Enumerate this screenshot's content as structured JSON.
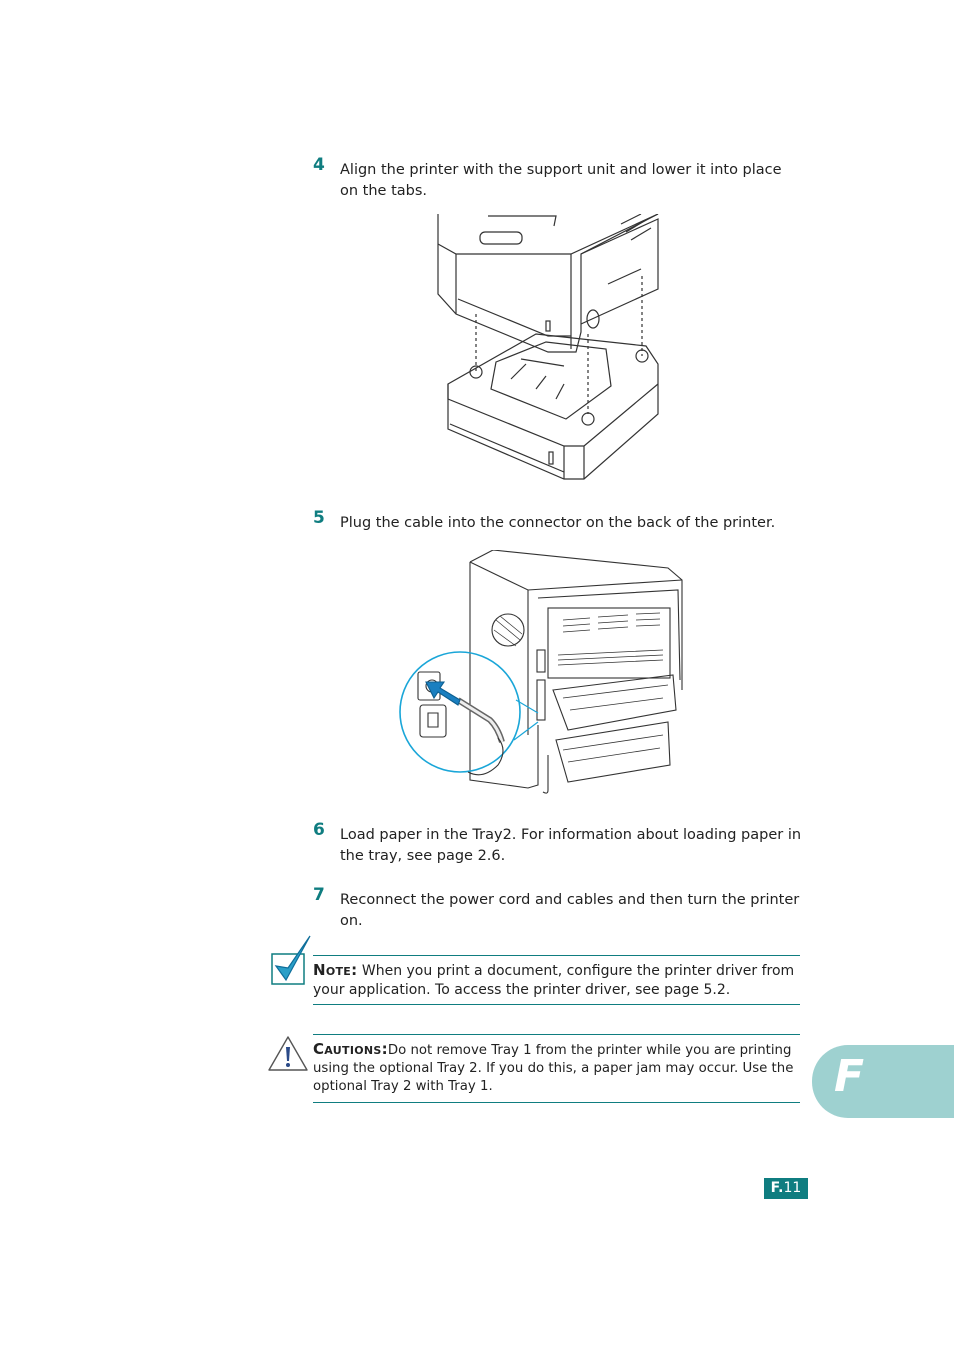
{
  "steps": [
    {
      "num": "4",
      "text": "Align the printer with the support unit and lower it into place on the tabs."
    },
    {
      "num": "5",
      "text": "Plug the cable into the connector on the back of the printer."
    },
    {
      "num": "6",
      "text": "Load paper in the Tray2. For information about loading paper in the tray, see page 2.6."
    },
    {
      "num": "7",
      "text": "Reconnect the power cord and cables and then turn the printer on."
    }
  ],
  "note": {
    "label": "Note:",
    "text": " When you print a document, configure the printer driver from your application. To access the printer driver, see page 5.2."
  },
  "caution": {
    "label": "Cautions:",
    "text": "Do not remove Tray 1 from the printer while you are printing using the optional Tray 2. If you do this, a paper jam may occur. Use the optional Tray 2 with Tray 1."
  },
  "tab": {
    "letter": "F"
  },
  "page_number": {
    "prefix": "F.",
    "num": "11"
  },
  "colors": {
    "accent": "#0f7d80",
    "tab": "#9ed1d0"
  }
}
